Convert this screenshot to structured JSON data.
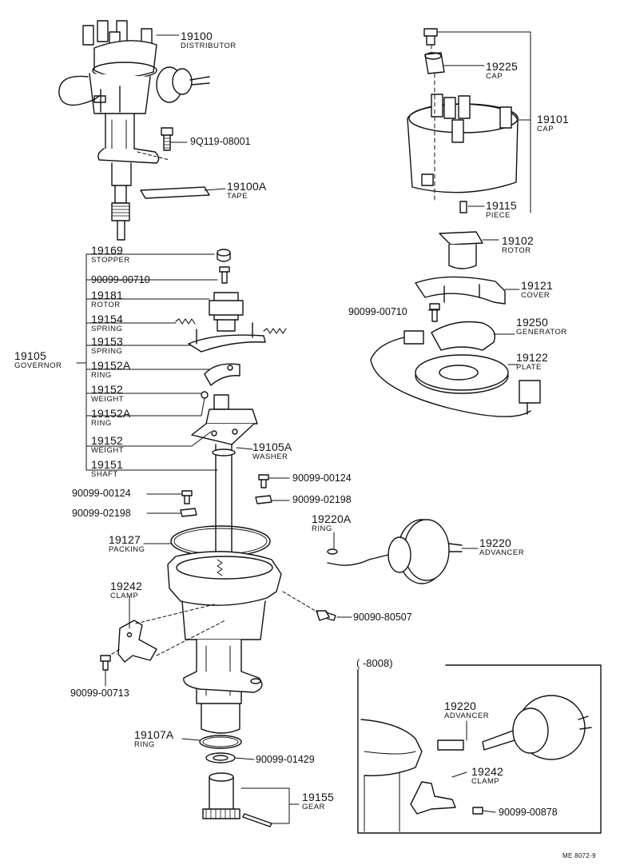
{
  "labels": {
    "distributor": {
      "number": "19100",
      "name": "DISTRIBUTOR"
    },
    "bolt_top": {
      "number": "9Q119-08001"
    },
    "tape": {
      "number": "19100A",
      "name": "TAPE"
    },
    "cap_clip": {
      "number": "19225",
      "name": "CAP"
    },
    "cap": {
      "number": "19101",
      "name": "CAP"
    },
    "piece": {
      "number": "19115",
      "name": "PIECE"
    },
    "rotor_top": {
      "number": "19102",
      "name": "ROTOR"
    },
    "cover": {
      "number": "19121",
      "name": "COVER"
    },
    "screw_cover": {
      "number": "90099-00710"
    },
    "generator": {
      "number": "19250",
      "name": "GENERATOR"
    },
    "plate": {
      "number": "19122",
      "name": "PLATE"
    },
    "stopper": {
      "number": "19169",
      "name": "STOPPER"
    },
    "screw_rotor": {
      "number": "90099-00710"
    },
    "rotor_gov": {
      "number": "19181",
      "name": "ROTOR"
    },
    "spring1": {
      "number": "19154",
      "name": "SPRING"
    },
    "spring2": {
      "number": "19153",
      "name": "SPRING"
    },
    "governor": {
      "number": "19105",
      "name": "GOVERNOR"
    },
    "ring1": {
      "number": "19152A",
      "name": "RING"
    },
    "weight1": {
      "number": "19152",
      "name": "WEIGHT"
    },
    "ring2": {
      "number": "19152A",
      "name": "RING"
    },
    "weight2": {
      "number": "19152",
      "name": "WEIGHT"
    },
    "washer": {
      "number": "19105A",
      "name": "WASHER"
    },
    "shaft": {
      "number": "19151",
      "name": "SHAFT"
    },
    "screw_l": {
      "number": "90099-00124"
    },
    "washer_l": {
      "number": "90099-02198"
    },
    "screw_r": {
      "number": "90099-00124"
    },
    "washer_r": {
      "number": "90099-02198"
    },
    "ring_adv": {
      "number": "19220A",
      "name": "RING"
    },
    "packing": {
      "number": "19127",
      "name": "PACKING"
    },
    "advancer": {
      "number": "19220",
      "name": "ADVANCER"
    },
    "clamp": {
      "number": "19242",
      "name": "CLAMP"
    },
    "bolt_side": {
      "number": "90090-80507"
    },
    "screw_clamp": {
      "number": "90099-00713"
    },
    "oring": {
      "number": "19107A",
      "name": "RING"
    },
    "washer_bottom": {
      "number": "90099-01429"
    },
    "gear": {
      "number": "19155",
      "name": "GEAR"
    }
  },
  "inset": {
    "header": "(      -8008)",
    "advancer": {
      "number": "19220",
      "name": "ADVANCER"
    },
    "clamp": {
      "number": "19242",
      "name": "CLAMP"
    },
    "screw": {
      "number": "90099-00878"
    }
  },
  "drawing_code": "ME 8072-9"
}
